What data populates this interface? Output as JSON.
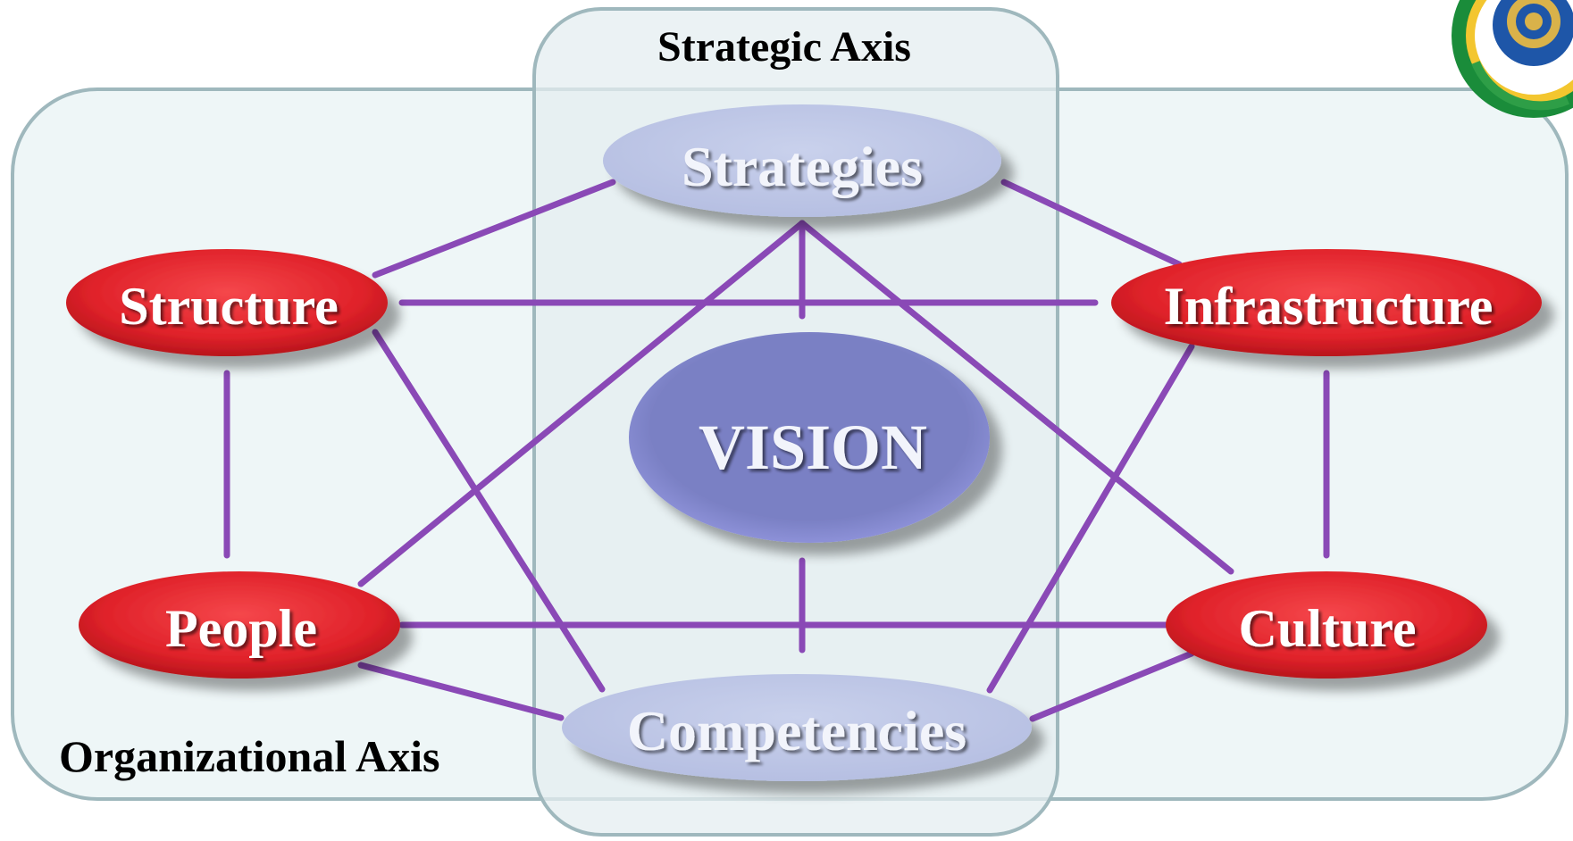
{
  "axes": {
    "strategic": "Strategic Axis",
    "organizational": "Organizational Axis"
  },
  "nodes": {
    "strategies": "Strategies",
    "structure": "Structure",
    "infrastructure": "Infrastructure",
    "vision": "VISION",
    "people": "People",
    "culture": "Culture",
    "competencies": "Competencies"
  },
  "colors": {
    "connector": "#8a49b6",
    "organizational_node": "#e8242b",
    "strategic_node": "#bfc8e6",
    "vision_node": "#7a80c4",
    "panel_fill": "#eef6f7",
    "panel_border": "#9fb8bd"
  },
  "logo": {
    "description_icon": "university-seal-logo"
  }
}
